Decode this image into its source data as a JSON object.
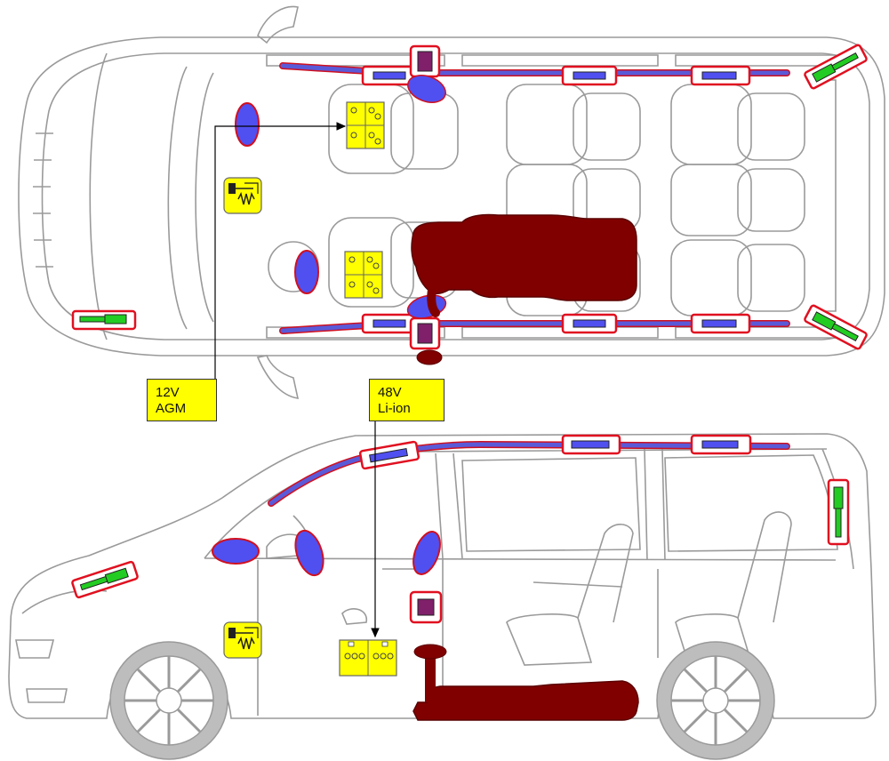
{
  "labels": {
    "battery_12v": {
      "line1": "12V",
      "line2": "AGM"
    },
    "battery_48v": {
      "line1": "48V",
      "line2": "Li-ion"
    }
  },
  "colors": {
    "body_outline": "#9a9a9a",
    "airbag_blue": "#5050f0",
    "airbag_outline": "#d01020",
    "curtain_fill": "#5a5ad8",
    "inflator_frame": "#e01020",
    "sensor_green": "#22cc22",
    "fuel_tank": "#800000",
    "battery_yellow": "#ffff00",
    "control_unit": "#80206a",
    "leader_line": "#000000"
  }
}
